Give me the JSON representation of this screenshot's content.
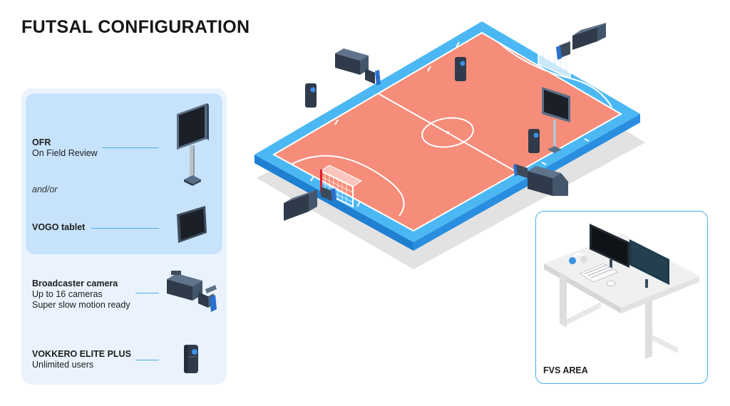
{
  "title": "FUTSAL CONFIGURATION",
  "legend": {
    "ofr_title": "OFR",
    "ofr_subtitle": "On Field Review",
    "and_or": "and/or",
    "vogo_title": "VOGO tablet",
    "camera_title": "Broadcaster camera",
    "camera_line1": "Up to 16 cameras",
    "camera_line2": "Super slow motion ready",
    "vokkero_title": "VOKKERO ELITE PLUS",
    "vokkero_subtitle": "Unlimited users"
  },
  "fvs": {
    "label": "FVS AREA"
  },
  "icons": [
    "ofr-monitor-icon",
    "tablet-icon",
    "broadcast-camera-icon",
    "vokkero-device-icon",
    "futsal-goal-icon",
    "desk-icon",
    "headset-icon",
    "keyboard-icon",
    "mouse-icon"
  ],
  "colors": {
    "court_floor": "#f58d7a",
    "court_border": "#4bb8f3",
    "court_edge_dark": "#1f7fd0",
    "court_shadow": "#e0e0e0",
    "panel_bg": "#eaf3fd",
    "panel_highlight": "#c7e3fb",
    "accent_line": "#49aee8"
  }
}
